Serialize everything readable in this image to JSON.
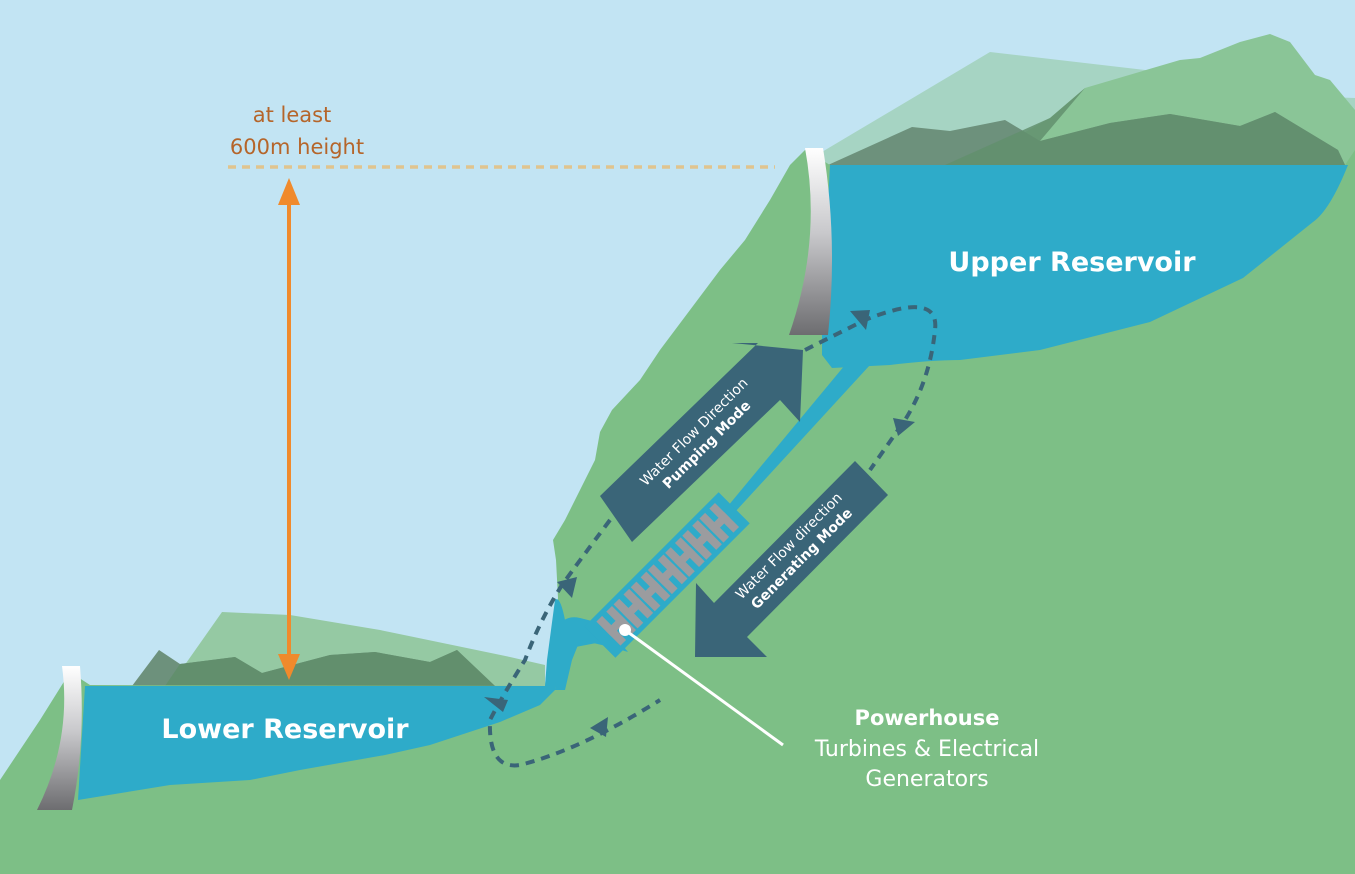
{
  "diagram": {
    "title": "Pumped-storage hydroelectricity",
    "height_label": {
      "line1": "at least",
      "line2": "600m height"
    },
    "upper_reservoir": {
      "label": "Upper Reservoir"
    },
    "lower_reservoir": {
      "label": "Lower Reservoir"
    },
    "pumping_arrow": {
      "line1": "Water Flow Direction",
      "line2": "Pumping Mode"
    },
    "generating_arrow": {
      "line1": "Water Flow direction",
      "line2": "Generating Mode"
    },
    "powerhouse": {
      "title": "Powerhouse",
      "line1": "Turbines & Electrical",
      "line2": "Generators",
      "turbine_count": 7
    },
    "colors": {
      "sky": "#c2e4f3",
      "ground": "#7dbf86",
      "water": "#2eabc9",
      "flow_arrow": "#3a6578",
      "height_arrow": "#f08a2c",
      "height_text": "#b5652a",
      "dotted_line": "#e0c48e",
      "mountain_light": "#a6d4c3",
      "mountain_mid": "#8ac597",
      "mountain_dark": "#628f6d",
      "turbine": "#9b9c9f"
    }
  }
}
